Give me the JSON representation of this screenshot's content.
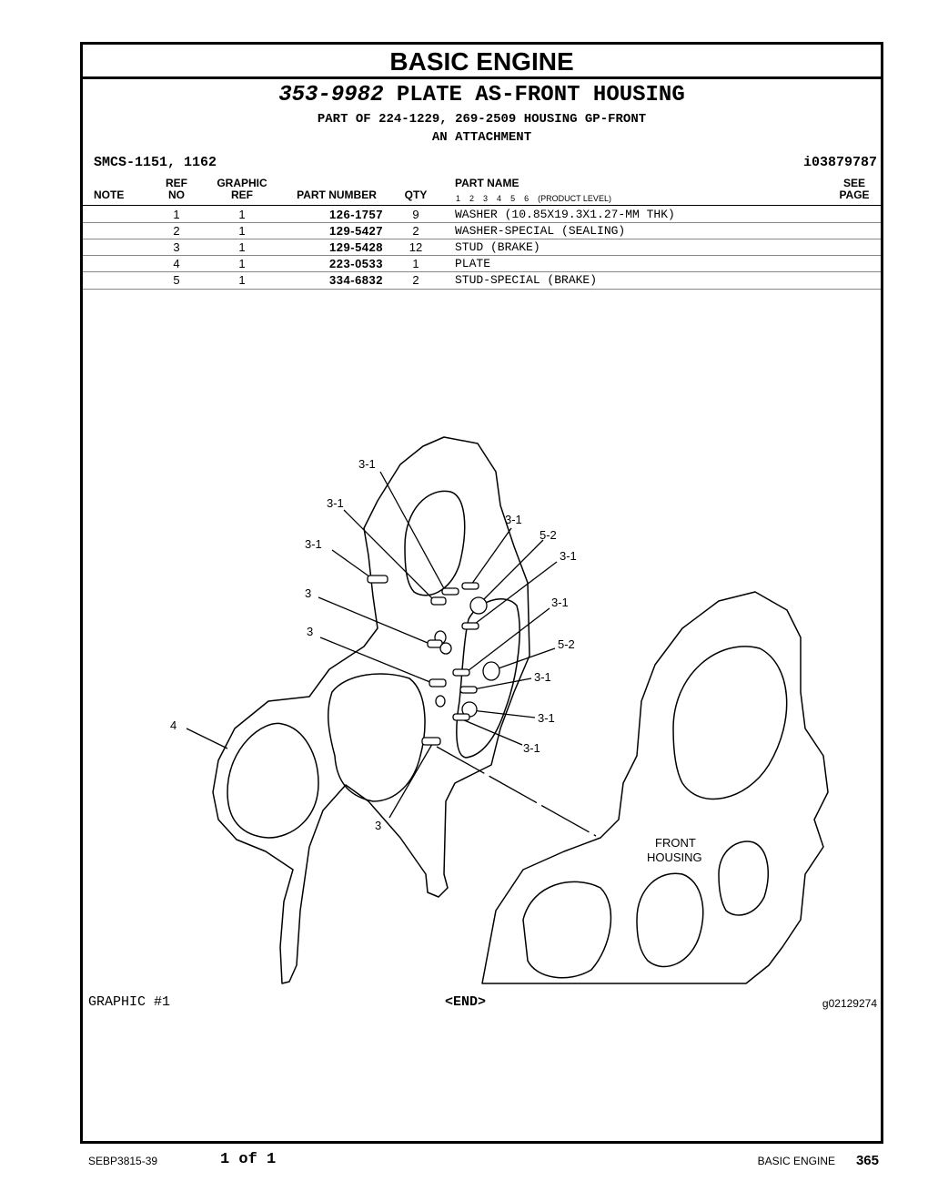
{
  "section_title": "BASIC ENGINE",
  "part": {
    "number": "353-9982",
    "name": "PLATE AS-FRONT HOUSING",
    "part_of": "PART OF 224-1229, 269-2509 HOUSING GP-FRONT",
    "attachment": "AN ATTACHMENT"
  },
  "smcs": "SMCS-1151, 1162",
  "illustration_id": "i03879787",
  "table": {
    "headers": {
      "note": "NOTE",
      "ref_no_1": "REF",
      "ref_no_2": "NO",
      "graphic_ref_1": "GRAPHIC",
      "graphic_ref_2": "REF",
      "part_number": "PART NUMBER",
      "qty": "QTY",
      "part_name": "PART NAME",
      "see_page_1": "SEE",
      "see_page_2": "PAGE",
      "product_level": "(PRODUCT LEVEL)"
    },
    "levels": [
      "1",
      "2",
      "3",
      "4",
      "5",
      "6"
    ],
    "rows": [
      {
        "ref_no": "1",
        "graphic_ref": "1",
        "part_number": "126-1757",
        "qty": "9",
        "part_name": "WASHER (10.85X19.3X1.27-MM THK)"
      },
      {
        "ref_no": "2",
        "graphic_ref": "1",
        "part_number": "129-5427",
        "qty": "2",
        "part_name": "WASHER-SPECIAL (SEALING)"
      },
      {
        "ref_no": "3",
        "graphic_ref": "1",
        "part_number": "129-5428",
        "qty": "12",
        "part_name": "STUD (BRAKE)"
      },
      {
        "ref_no": "4",
        "graphic_ref": "1",
        "part_number": "223-0533",
        "qty": "1",
        "part_name": "PLATE"
      },
      {
        "ref_no": "5",
        "graphic_ref": "1",
        "part_number": "334-6832",
        "qty": "2",
        "part_name": "STUD-SPECIAL (BRAKE)"
      }
    ]
  },
  "callouts": {
    "c1": "3-1",
    "c2": "3-1",
    "c3": "3-1",
    "c4": "3",
    "c5": "3",
    "c6": "4",
    "c7": "3",
    "c8": "3-1",
    "c9": "5-2",
    "c10": "3-1",
    "c11": "3-1",
    "c12": "5-2",
    "c13": "3-1",
    "c14": "3-1",
    "c15": "3-1",
    "front_1": "FRONT",
    "front_2": "HOUSING"
  },
  "graphic_label": "GRAPHIC #1",
  "end_label": "<END>",
  "graphic_number": "g02129274",
  "footer": {
    "doc_id": "SEBP3815-39",
    "page_of": "1 of 1",
    "section": "BASIC ENGINE",
    "page": "365"
  }
}
